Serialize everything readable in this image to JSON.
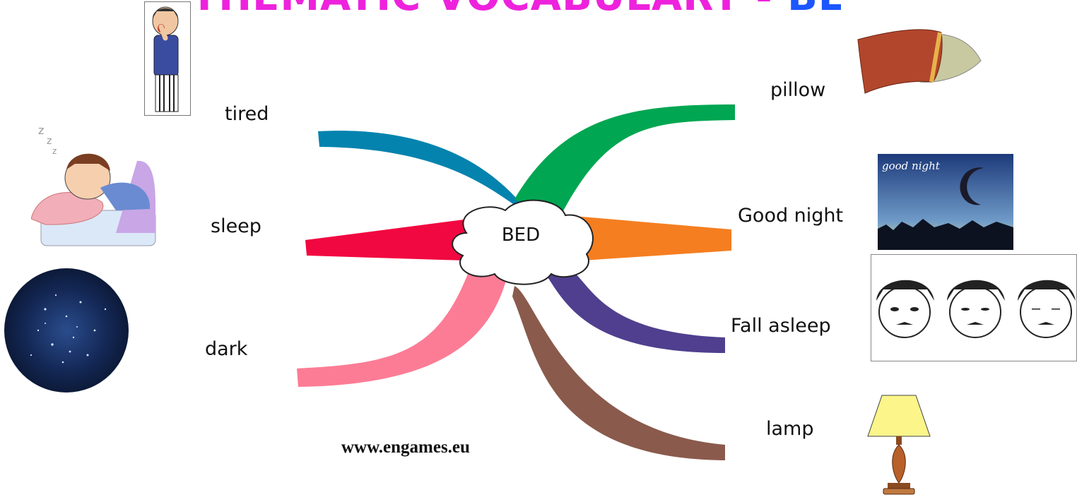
{
  "title": {
    "part1": "THEMATIC VOCABULARY - ",
    "part2": "BED"
  },
  "center": {
    "label": "BED"
  },
  "branches": [
    {
      "word": "tired",
      "color": "#0483ae"
    },
    {
      "word": "sleep",
      "color": "#f10840"
    },
    {
      "word": "dark",
      "color": "#fc7c95"
    },
    {
      "word": "pillow",
      "color": "#00a651"
    },
    {
      "word": "Good night",
      "color": "#f57e20"
    },
    {
      "word": "Fall asleep",
      "color": "#4f3f8e"
    },
    {
      "word": "lamp",
      "color": "#8a5a4c"
    }
  ],
  "pictures": {
    "tired": "yawning-boy-icon",
    "sleep": "sleeping-boy-icon",
    "dark": "starry-sky-icon",
    "pillow": "pillows-icon",
    "good_night": "moon-night-scene-icon",
    "fall_asleep": "drowsy-faces-icon",
    "lamp": "table-lamp-icon"
  },
  "good_night_caption": "good night",
  "website": "www.engames.eu"
}
